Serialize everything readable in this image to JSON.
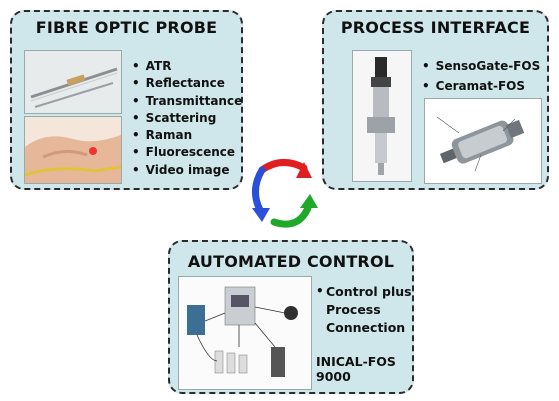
{
  "fibre_optic_probe": {
    "title": "FIBRE OPTIC PROBE",
    "items": [
      "ATR",
      "Reflectance",
      "Transmittance",
      "Scattering",
      "Raman",
      "Fluorescence",
      "Video image"
    ]
  },
  "process_interface": {
    "title": "PROCESS INTERFACE",
    "items": [
      "SensoGate-FOS",
      "Ceramat-FOS"
    ]
  },
  "automated_control": {
    "title": "AUTOMATED CONTROL",
    "item_line1": "Control plus",
    "item_line2": "Process",
    "item_line3": "Connection",
    "product": "INICAL-FOS 9000"
  },
  "cycle_colors": {
    "red": "#e02020",
    "green": "#1fa82a",
    "blue": "#2a4fd8"
  }
}
